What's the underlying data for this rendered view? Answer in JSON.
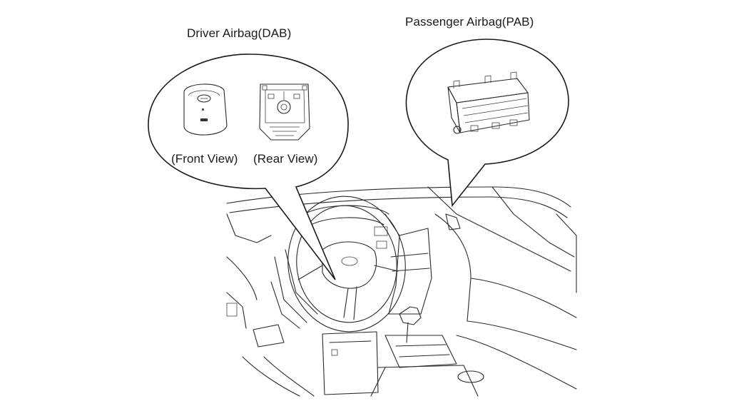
{
  "labels": {
    "driver_airbag": "Driver Airbag(DAB)",
    "passenger_airbag": "Passenger Airbag(PAB)",
    "front_view": "(Front View)",
    "rear_view": "(Rear View)"
  },
  "colors": {
    "line": "#2a2a2a",
    "background": "#ffffff"
  }
}
